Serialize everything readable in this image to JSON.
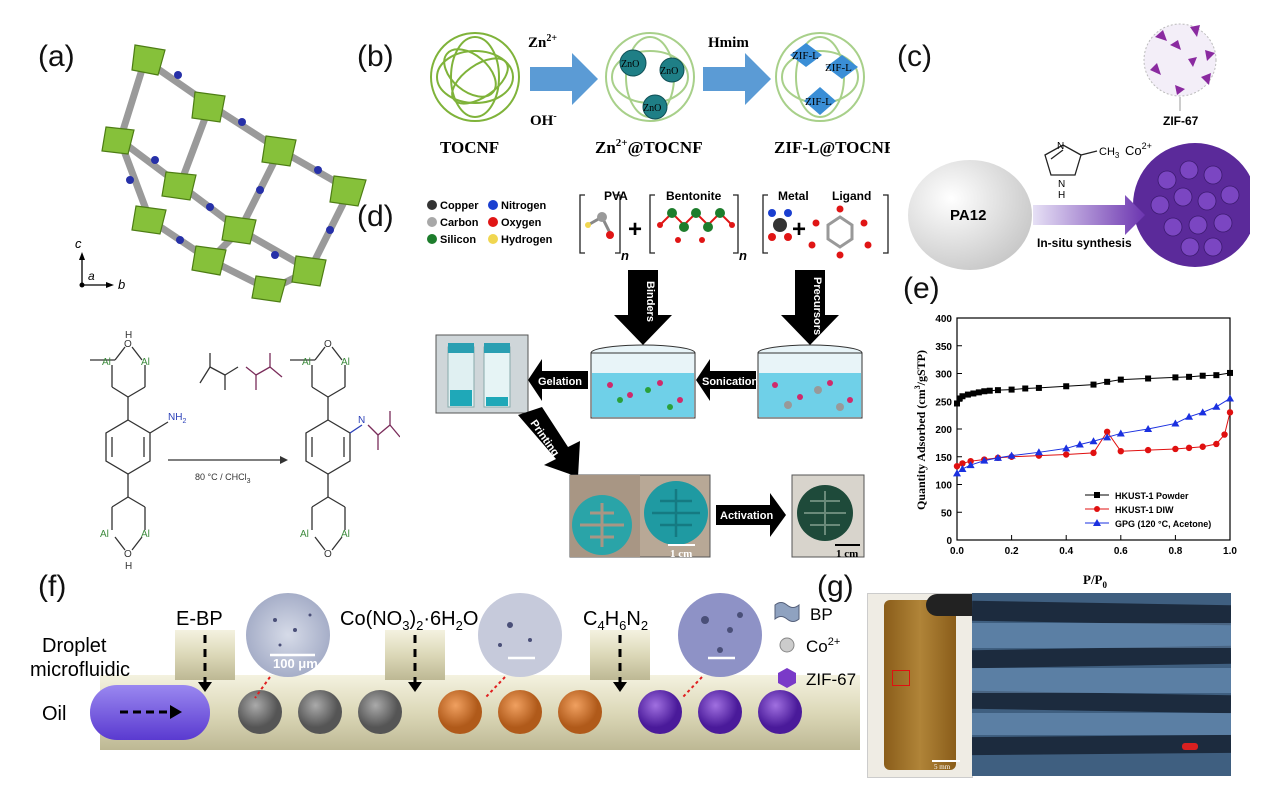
{
  "panels": {
    "a": {
      "label": "(a)",
      "axes": {
        "c": "c",
        "a": "a",
        "b": "b"
      }
    },
    "b": {
      "label": "(b)",
      "steps": [
        "TOCNF",
        "Zn2+@TOCNF",
        "ZIF-L@TOCNF"
      ],
      "arrow1_top": "Zn",
      "arrow1_top_sup": "2+",
      "arrow1_bottom": "OH",
      "arrow1_bottom_sup": "-",
      "arrow2_top": "Hmim",
      "particle1": "ZnO",
      "particle2": "ZIF-L"
    },
    "c": {
      "label": "(c)",
      "sphere": "PA12",
      "arrow": "In-situ synthesis",
      "ion": "Co",
      "ion_sup": "2+",
      "product": "ZIF-67",
      "methyl": "CH",
      "methyl_sub": "3",
      "nh": "N",
      "h": "H",
      "n": "N"
    },
    "d": {
      "label": "(d)",
      "legend": [
        "Copper",
        "Nitrogen",
        "Carbon",
        "Oxygen",
        "Silicon",
        "Hydrogen"
      ],
      "legend_colors": [
        "#333333",
        "#1a3fd0",
        "#a8a8a8",
        "#e01515",
        "#1d7d2c",
        "#f0d650"
      ],
      "polymers": [
        "PVA",
        "Bentonite",
        "Metal",
        "Ligand"
      ],
      "n": "n",
      "plus": "+",
      "steps": {
        "binders": "Binders",
        "precursors": "Precursors",
        "sonication": "Sonication",
        "gelation": "Gelation",
        "printing": "Printing",
        "activation": "Activation"
      },
      "scale1": "1 cm",
      "scale2": "1 cm"
    },
    "reaction": {
      "nh2": "NH",
      "nh2_sub": "2",
      "conditions": "80 °C / CHCl",
      "conditions_sub": "3",
      "al": "Al",
      "o": "O",
      "h": "H",
      "nh": "N"
    },
    "e": {
      "label": "(e)"
    },
    "f": {
      "label": "(f)",
      "labels": [
        "E-BP",
        "Co(NO3)2·6H2O",
        "C4H6N2"
      ],
      "label2_main": "Co(NO",
      "label2_sub1": "3",
      "label2_mid": ")",
      "label2_sub2": "2",
      "label2_end": "·6H",
      "label2_sub3": "2",
      "label2_end2": "O",
      "label3_main": "C",
      "label3_sub1": "4",
      "label3_mid": "H",
      "label3_sub2": "6",
      "label3_mid2": "N",
      "label3_sub3": "2",
      "droplet": "Droplet",
      "microfluidic": "microfluidic",
      "oil": "Oil",
      "scale": "100 μm",
      "legend": [
        "BP",
        "Co2+",
        "ZIF-67"
      ],
      "legend_co": "Co",
      "legend_co_sup": "2+"
    },
    "g": {
      "label": "(g)",
      "scale": "5 mm"
    }
  },
  "chart_data": {
    "type": "line",
    "xlabel": "P/P0",
    "xlabel_main": "P/P",
    "xlabel_sub": "0",
    "ylabel": "Quantity Adsorbed (cm3/gSTP)",
    "xlim": [
      0.0,
      1.0
    ],
    "ylim": [
      0,
      400
    ],
    "xticks": [
      "0.0",
      "0.2",
      "0.4",
      "0.6",
      "0.8",
      "1.0"
    ],
    "yticks": [
      "0",
      "50",
      "100",
      "150",
      "200",
      "250",
      "300",
      "350",
      "400"
    ],
    "legend_position": "bottom-right",
    "series": [
      {
        "name": "HKUST-1 Powder",
        "color": "#000000",
        "marker": "square",
        "x": [
          0.0,
          0.01,
          0.02,
          0.04,
          0.06,
          0.08,
          0.1,
          0.12,
          0.15,
          0.2,
          0.25,
          0.3,
          0.4,
          0.5,
          0.55,
          0.6,
          0.7,
          0.8,
          0.85,
          0.9,
          0.95,
          1.0
        ],
        "y": [
          246,
          255,
          259,
          262,
          264,
          266,
          268,
          269,
          270,
          271,
          273,
          274,
          277,
          280,
          285,
          289,
          291,
          293,
          294,
          296,
          297,
          301
        ]
      },
      {
        "name": "HKUST-1 DIW",
        "color": "#e01010",
        "marker": "circle",
        "x": [
          0.0,
          0.02,
          0.05,
          0.1,
          0.15,
          0.2,
          0.3,
          0.4,
          0.5,
          0.55,
          0.6,
          0.7,
          0.8,
          0.85,
          0.9,
          0.95,
          0.98,
          1.0
        ],
        "y": [
          133,
          138,
          142,
          145,
          148,
          150,
          152,
          154,
          157,
          195,
          160,
          162,
          164,
          166,
          168,
          173,
          190,
          230
        ]
      },
      {
        "name": "GPG (120 °C, Acetone)",
        "color": "#1a30e0",
        "marker": "triangle",
        "x": [
          0.0,
          0.02,
          0.05,
          0.1,
          0.15,
          0.2,
          0.3,
          0.4,
          0.45,
          0.5,
          0.55,
          0.6,
          0.7,
          0.8,
          0.85,
          0.9,
          0.95,
          1.0
        ],
        "y": [
          120,
          128,
          135,
          143,
          148,
          152,
          158,
          165,
          172,
          178,
          185,
          192,
          200,
          210,
          222,
          230,
          240,
          255
        ]
      }
    ]
  }
}
